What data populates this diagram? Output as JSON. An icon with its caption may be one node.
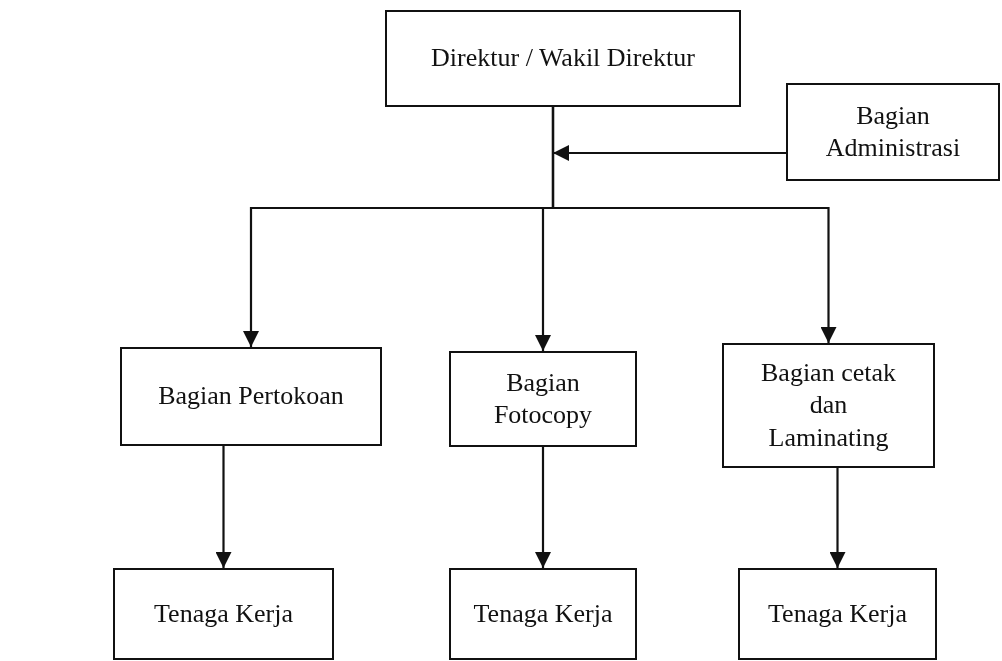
{
  "diagram": {
    "nodes": [
      {
        "text": [
          "Direktur / Wakil Direktur"
        ]
      },
      {
        "text": [
          "Bagian Administrasi"
        ]
      },
      {
        "text": [
          "Bagian Pertokoan"
        ]
      },
      {
        "text": [
          "Bagian Fotocopy"
        ]
      },
      {
        "text": [
          "Bagian cetak dan Laminating"
        ]
      },
      {
        "text": [
          "Tenaga Kerja"
        ]
      },
      {
        "text": [
          "Tenaga Kerja"
        ]
      },
      {
        "text": [
          "Tenaga Kerja"
        ]
      }
    ],
    "edges": [
      {
        "from": 0,
        "to": 2,
        "arrow": "to"
      },
      {
        "from": 0,
        "to": 3,
        "arrow": "to"
      },
      {
        "from": 0,
        "to": 4,
        "arrow": "to"
      },
      {
        "from": 1,
        "to": null,
        "arrow": "to"
      },
      {
        "from": 2,
        "to": 5,
        "arrow": "to"
      },
      {
        "from": 3,
        "to": 6,
        "arrow": "to"
      },
      {
        "from": 4,
        "to": 7,
        "arrow": "to"
      }
    ]
  }
}
